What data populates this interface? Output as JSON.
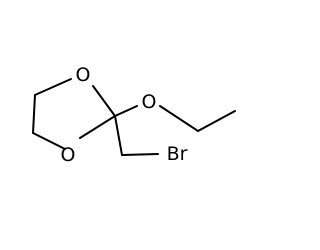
{
  "molecule": {
    "atoms": {
      "o_ring_top": "O",
      "o_ring_bottom": "O",
      "o_ethoxy": "O",
      "br": "Br"
    }
  },
  "colors": {
    "background": "#ffffff",
    "bond": "#000000",
    "label": "#000000"
  }
}
